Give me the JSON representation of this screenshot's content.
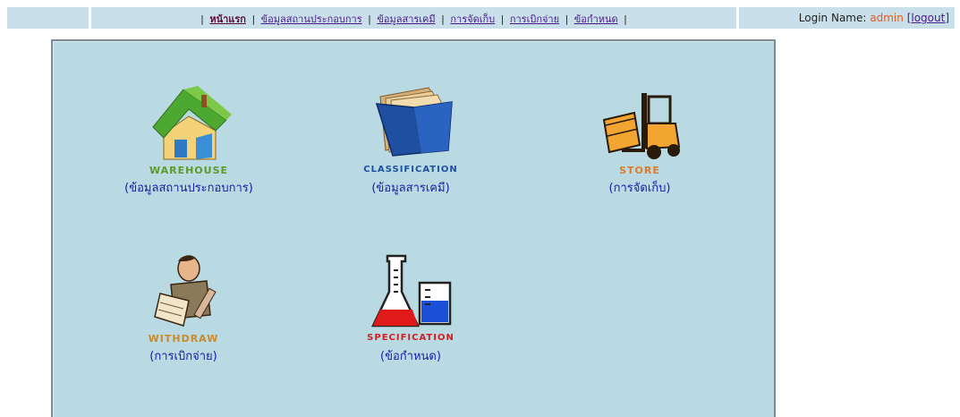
{
  "nav": {
    "items": [
      {
        "label": "หน้าแรก",
        "current": true
      },
      {
        "label": "ข้อมูลสถานประกอบการ"
      },
      {
        "label": "ข้อมูลสารเคมี"
      },
      {
        "label": "การจัดเก็บ"
      },
      {
        "label": "การเบิกจ่าย"
      },
      {
        "label": "ข้อกำหนด"
      }
    ],
    "separator": "|"
  },
  "login": {
    "prefix": "Login Name:",
    "username": "admin",
    "logout_label": "[logout]"
  },
  "tiles": [
    {
      "logo_text": "WAREHOUSE",
      "caption": "(ข้อมูลสถานประกอบการ)",
      "icon": "warehouse-icon",
      "logo_color": "#5c9b2b"
    },
    {
      "logo_text": "CLASSIFICATION",
      "caption": "(ข้อมูลสารเคมี)",
      "icon": "folder-icon",
      "logo_color": "#1f4fa0"
    },
    {
      "logo_text": "STORE",
      "caption": "(การจัดเก็บ)",
      "icon": "forklift-icon",
      "logo_color": "#e07a2a"
    },
    {
      "logo_text": "WITHDRAW",
      "caption": "(การเบิกจ่าย)",
      "icon": "person-reading-icon",
      "logo_color": "#c98a2a"
    },
    {
      "logo_text": "SPECIFICATION",
      "caption": "(ข้อกำหนด)",
      "icon": "lab-flask-icon",
      "logo_color": "#d21e1e"
    }
  ],
  "colors": {
    "panel_bg": "#b9dae3",
    "topbar_bg": "#c9dfe9",
    "caption": "#1b1aa8",
    "username": "#e85a1a"
  }
}
